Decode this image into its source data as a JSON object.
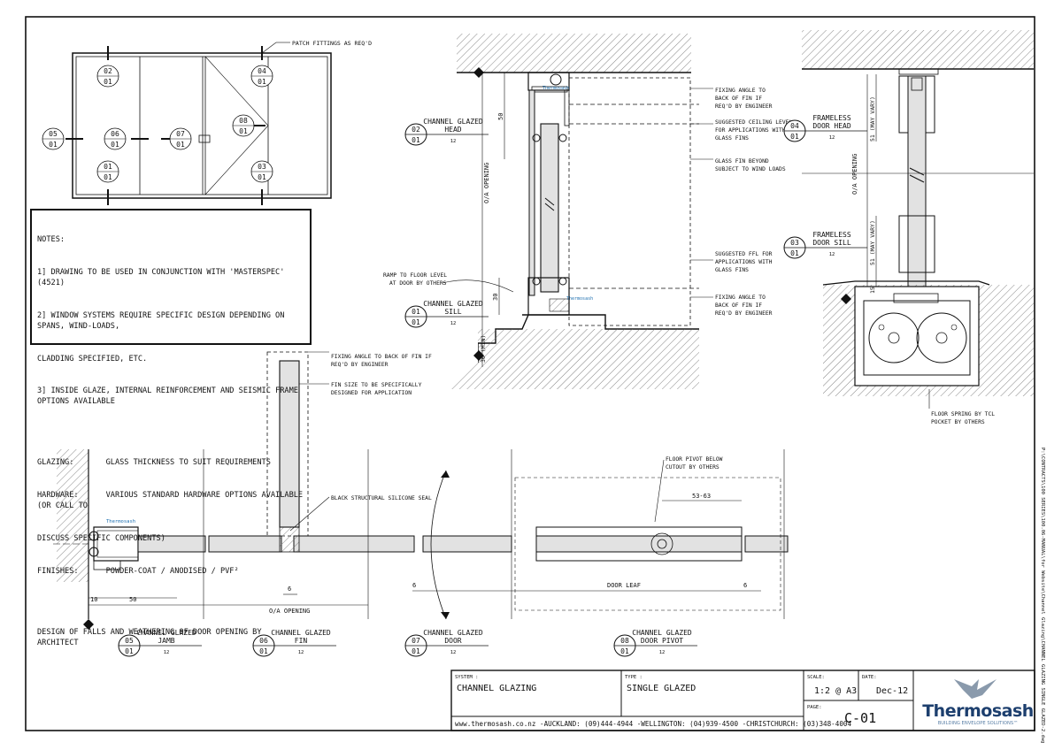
{
  "elevation": {
    "patch_label": "PATCH FITTINGS AS REQ'D",
    "markers": [
      {
        "top": "02",
        "bottom": "01"
      },
      {
        "top": "04",
        "bottom": "01"
      },
      {
        "top": "05",
        "bottom": "01"
      },
      {
        "top": "06",
        "bottom": "01"
      },
      {
        "top": "07",
        "bottom": "01"
      },
      {
        "top": "08",
        "bottom": "01"
      },
      {
        "top": "01",
        "bottom": "01"
      },
      {
        "top": "03",
        "bottom": "01"
      }
    ]
  },
  "notes": {
    "heading": "NOTES:",
    "lines": [
      "1] DRAWING TO BE USED IN CONJUNCTION WITH 'MASTERSPEC' (4521)",
      "2] WINDOW SYSTEMS REQUIRE SPECIFIC DESIGN DEPENDING ON SPANS, WIND-LOADS,",
      "CLADDING SPECIFIED, ETC.",
      "3] INSIDE GLAZE, INTERNAL REINFORCEMENT AND SEISMIC FRAME OPTIONS AVAILABLE"
    ],
    "glazing": "GLAZING:       GLASS THICKNESS TO SUIT REQUIREMENTS",
    "hardware": "HARDWARE:      VARIOUS STANDARD HARDWARE OPTIONS AVAILABLE (OR CALL TO",
    "hardware2": "DISCUSS SPECIFIC COMPONENTS)",
    "finishes": "FINISHES:      POWDER-COAT / ANODISED / PVF²",
    "design": "DESIGN OF FALLS AND WEATHERING OF DOOR OPENING BY ARCHITECT"
  },
  "section": {
    "brand_small": "Thermosash",
    "o_a_opening": "O/A OPENING",
    "dim_50": "50",
    "dim_30": "30",
    "dim_30min": "30 (MIN)",
    "fixing_head": [
      "FIXING ANGLE TO",
      "BACK OF FIN IF",
      "REQ'D BY ENGINEER"
    ],
    "ceiling": [
      "SUGGESTED CEILING LEVEL",
      "FOR APPLICATIONS WITH",
      "GLASS FINS"
    ],
    "fin_beyond": [
      "GLASS FIN BEYOND",
      "SUBJECT TO WIND LOADS"
    ],
    "ffl": [
      "SUGGESTED FFL FOR",
      "APPLICATIONS WITH",
      "GLASS FINS"
    ],
    "fixing_sill": [
      "FIXING ANGLE TO",
      "BACK OF FIN IF",
      "REQ'D BY ENGINEER"
    ],
    "ramp": [
      "RAMP TO FLOOR LEVEL",
      "AT DOOR BY OTHERS"
    ]
  },
  "frameless": {
    "o_a_opening": "O/A OPENING",
    "may_vary": "51 (MAY VARY)",
    "dim_15": "15",
    "floor_spring": [
      "FLOOR SPRING BY TCL",
      "POCKET BY OTHERS"
    ]
  },
  "plan": {
    "fin_fixing": [
      "FIXING ANGLE TO BACK OF FIN IF",
      "REQ'D BY ENGINEER"
    ],
    "fin_size": [
      "FIN SIZE TO BE SPECIFICALLY",
      "DESIGNED FOR APPLICATION"
    ],
    "silicone": "BLACK STRUCTURAL SILICONE SEAL",
    "pivot": [
      "FLOOR PIVOT BELOW",
      "CUTOUT BY OTHERS"
    ],
    "dim_5363": "53-63",
    "dim_10": "10",
    "dim_50": "50",
    "dim_6a": "6",
    "dim_6b": "6",
    "dim_6c": "6",
    "door_leaf": "DOOR LEAF",
    "o_a_opening": "O/A OPENING",
    "brand_small": "Thermosash"
  },
  "callouts": [
    {
      "title1": "CHANNEL GLAZED",
      "title2": "HEAD",
      "num": "02",
      "sheet": "01",
      "scale": "12"
    },
    {
      "title1": "CHANNEL GLAZED",
      "title2": "SILL",
      "num": "01",
      "sheet": "01",
      "scale": "12"
    },
    {
      "title1": "FRAMELESS",
      "title2": "DOOR HEAD",
      "num": "04",
      "sheet": "01",
      "scale": "12"
    },
    {
      "title1": "FRAMELESS",
      "title2": "DOOR SILL",
      "num": "03",
      "sheet": "01",
      "scale": "12"
    },
    {
      "title1": "CHANNEL GLAZED",
      "title2": "JAMB",
      "num": "05",
      "sheet": "01",
      "scale": "12"
    },
    {
      "title1": "CHANNEL GLAZED",
      "title2": "FIN",
      "num": "06",
      "sheet": "01",
      "scale": "12"
    },
    {
      "title1": "CHANNEL GLAZED",
      "title2": "DOOR",
      "num": "07",
      "sheet": "01",
      "scale": "12"
    },
    {
      "title1": "CHANNEL GLAZED",
      "title2": "DOOR PIVOT",
      "num": "08",
      "sheet": "01",
      "scale": "12"
    }
  ],
  "title_block": {
    "system_label": "SYSTEM :",
    "system": "CHANNEL GLAZING",
    "type_label": "TYPE :",
    "type": "SINGLE GLAZED",
    "scale_label": "SCALE:",
    "scale": "1:2 @ A3",
    "date_label": "DATE:",
    "date": "Dec-12",
    "page_label": "PAGE:",
    "page": "C-01",
    "contact": "www.thermosash.co.nz -AUCKLAND: (09)444-4944 -WELLINGTON: (04)939-4500 -CHRISTCHURCH: (03)348-4004",
    "brand": "Thermosash",
    "tagline": "BUILDING ENVELOPE SOLUTIONS™",
    "filepath": "P:\\CONTRACTS\\100 SERIES\\100.06-MANUAL\\for Website\\Channel Glazing\\CHANNEL GLAZING SINGLE GLAZED-2.dwg"
  },
  "colors": {
    "ink": "#111111",
    "brand_blue": "#1d3f6e",
    "brand_light": "#5a7fa6",
    "glass": "#e2e2e2"
  }
}
